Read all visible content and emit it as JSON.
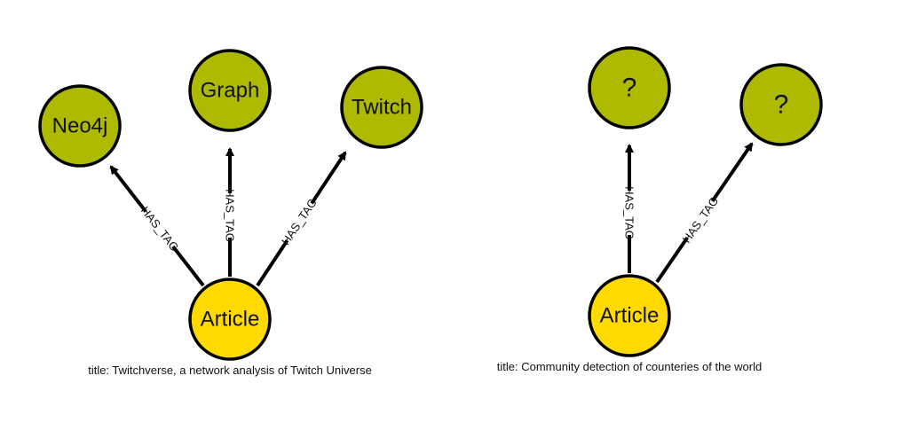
{
  "colors": {
    "tag_node": "#adba00",
    "article_node": "#ffd900",
    "edge": "#000000"
  },
  "graphs": [
    {
      "article": {
        "label": "Article"
      },
      "title_caption": "title: Twitchverse, a network analysis of Twitch Universe",
      "tags": [
        {
          "label": "Neo4j",
          "edge_label": "HAS_TAG"
        },
        {
          "label": "Graph",
          "edge_label": "HAS_TAG"
        },
        {
          "label": "Twitch",
          "edge_label": "HAS_TAG"
        }
      ]
    },
    {
      "article": {
        "label": "Article"
      },
      "title_caption": "title: Community detection of counteries of the world",
      "tags": [
        {
          "label": "?",
          "edge_label": "HAS_TAG"
        },
        {
          "label": "?",
          "edge_label": "HAS_TAG"
        }
      ]
    }
  ]
}
